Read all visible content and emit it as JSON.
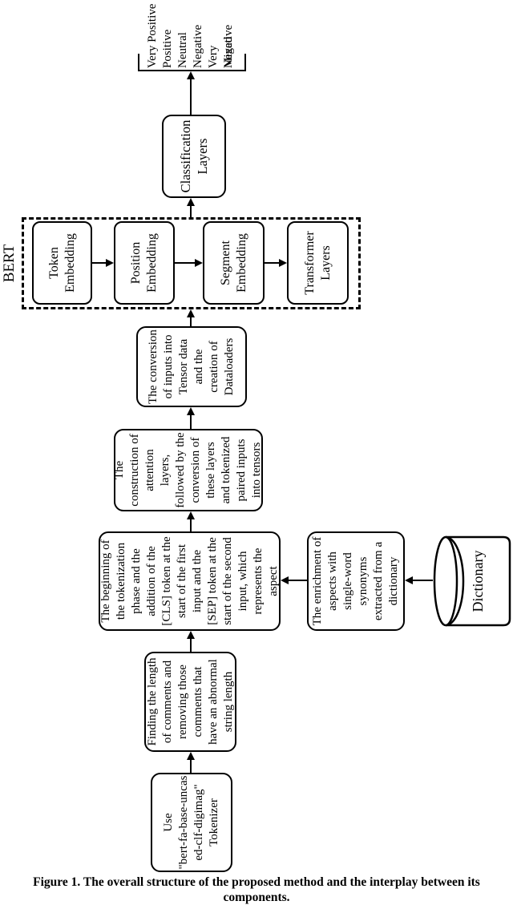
{
  "caption": "Figure 1. The overall structure of the proposed method and the interplay between its components.",
  "diagram": {
    "nodes": {
      "use_tokenizer": "Use\n\"bert-fa-base-uncas\ned-clf-digimag\"\nTokenizer",
      "length_filter": "Finding the length\nof comments and\nremoving those\ncomments that\nhave an abnormal\nstring length",
      "tokenization": "The beginning of\nthe tokenization\nphase and the\naddition of the\n[CLS] token at the\nstart of the first\ninput and the\n[SEP] token at the\nstart of the second\ninput, which\nrepresents the\naspect",
      "attention_tensors": "The\nconstruction of\nattention\nlayers,\nfollowed by the\nconversion of\nthese layers\nand tokenized\npaired inputs\ninto tensors",
      "dataloaders": "The conversion\nof inputs into\nTensor data\nand the\ncreation of\nDataloaders",
      "classification": "Classification\nLayers",
      "enrichment": "The enrichment of\naspects with\nsingle-word\nsynonyms\nextracted from a\ndictionary",
      "dictionary": "Dictionary"
    },
    "bert": {
      "label": "BERT",
      "layers": [
        "Token\nEmbedding",
        "Position\nEmbedding",
        "Segment\nEmbedding",
        "Transformer\nLayers"
      ]
    },
    "outputs": [
      "Very Positive",
      "Positive",
      "Neutral",
      "Negative",
      "Very Negative",
      "Mixed"
    ]
  }
}
